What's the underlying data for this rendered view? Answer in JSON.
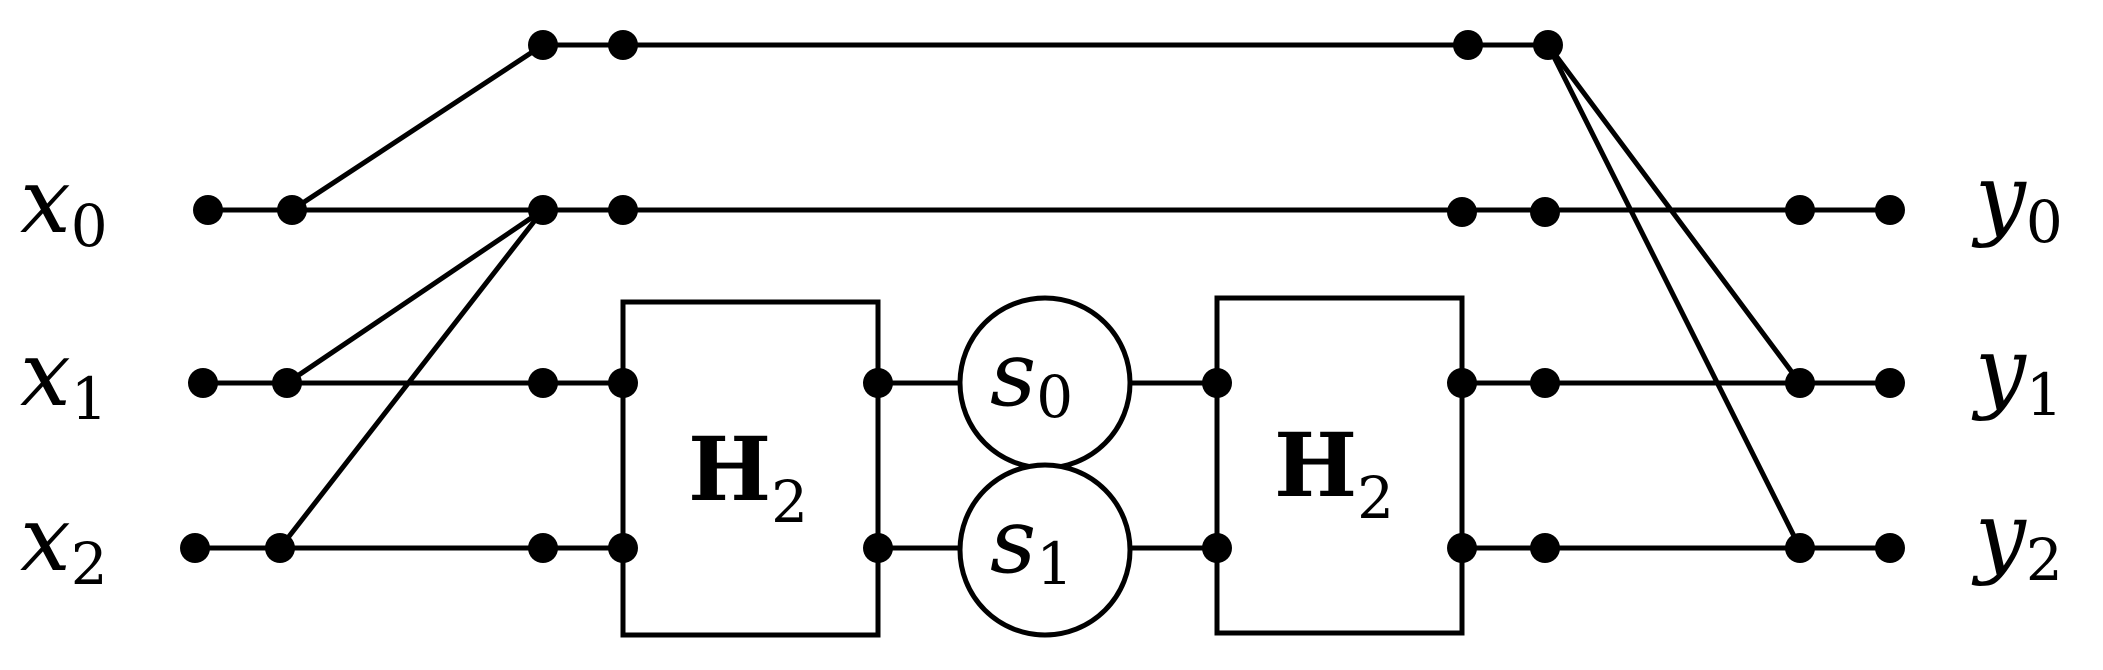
{
  "inputs": [
    {
      "symbol": "x",
      "subscript": "0"
    },
    {
      "symbol": "x",
      "subscript": "1"
    },
    {
      "symbol": "x",
      "subscript": "2"
    }
  ],
  "outputs": [
    {
      "symbol": "y",
      "subscript": "0"
    },
    {
      "symbol": "y",
      "subscript": "1"
    },
    {
      "symbol": "y",
      "subscript": "2"
    }
  ],
  "blocks": [
    {
      "symbol": "H",
      "subscript": "2"
    },
    {
      "symbol": "H",
      "subscript": "2"
    }
  ],
  "scalers": [
    {
      "symbol": "s",
      "subscript": "0"
    },
    {
      "symbol": "s",
      "subscript": "1"
    }
  ]
}
